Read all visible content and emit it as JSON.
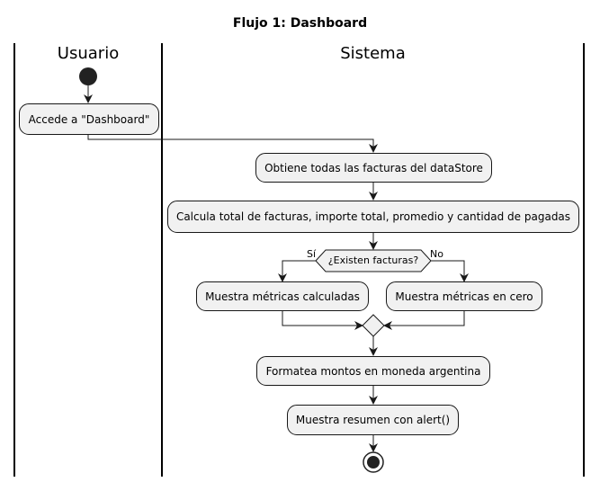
{
  "title": "Flujo 1: Dashboard",
  "lanes": {
    "usuario": "Usuario",
    "sistema": "Sistema"
  },
  "steps": {
    "accede": "Accede a \"Dashboard\"",
    "obtiene": "Obtiene todas las facturas del dataStore",
    "calcula": "Calcula total de facturas, importe total, promedio y cantidad de pagadas",
    "condicion": "¿Existen facturas?",
    "si": "Sí",
    "no": "No",
    "muestra_calculadas": "Muestra métricas calculadas",
    "muestra_cero": "Muestra métricas en cero",
    "formatea": "Formatea montos en moneda argentina",
    "resumen": "Muestra resumen con alert()"
  },
  "colors": {
    "node_fill": "#f1f1f1",
    "stroke": "#181818",
    "start_end": "#222222"
  }
}
